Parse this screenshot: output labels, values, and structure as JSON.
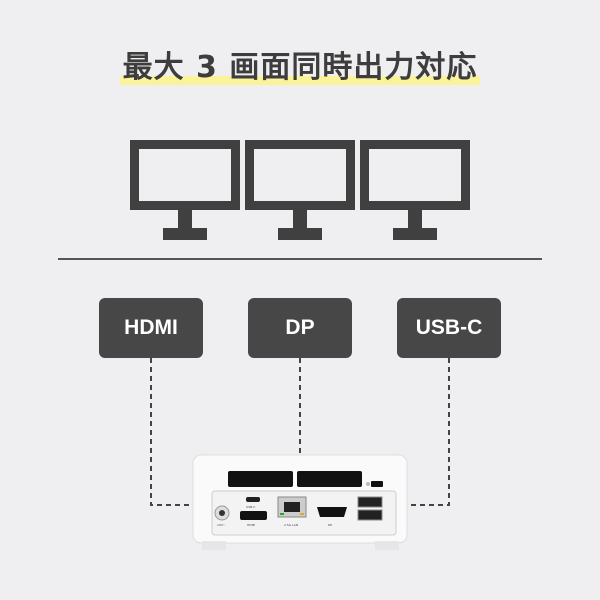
{
  "title": "最大 3 画面同時出力対応",
  "accent_highlight": "#fbf39a",
  "monitors": [
    "monitor-icon",
    "monitor-icon",
    "monitor-icon"
  ],
  "ports": [
    {
      "label": "HDMI"
    },
    {
      "label": "DP"
    },
    {
      "label": "USB-C"
    }
  ],
  "device_port_labels": {
    "power": "19V⎓",
    "usbc": "USB-C",
    "hdmi": "HDMI",
    "lan": "2.5G LAN",
    "dp": "DP"
  }
}
